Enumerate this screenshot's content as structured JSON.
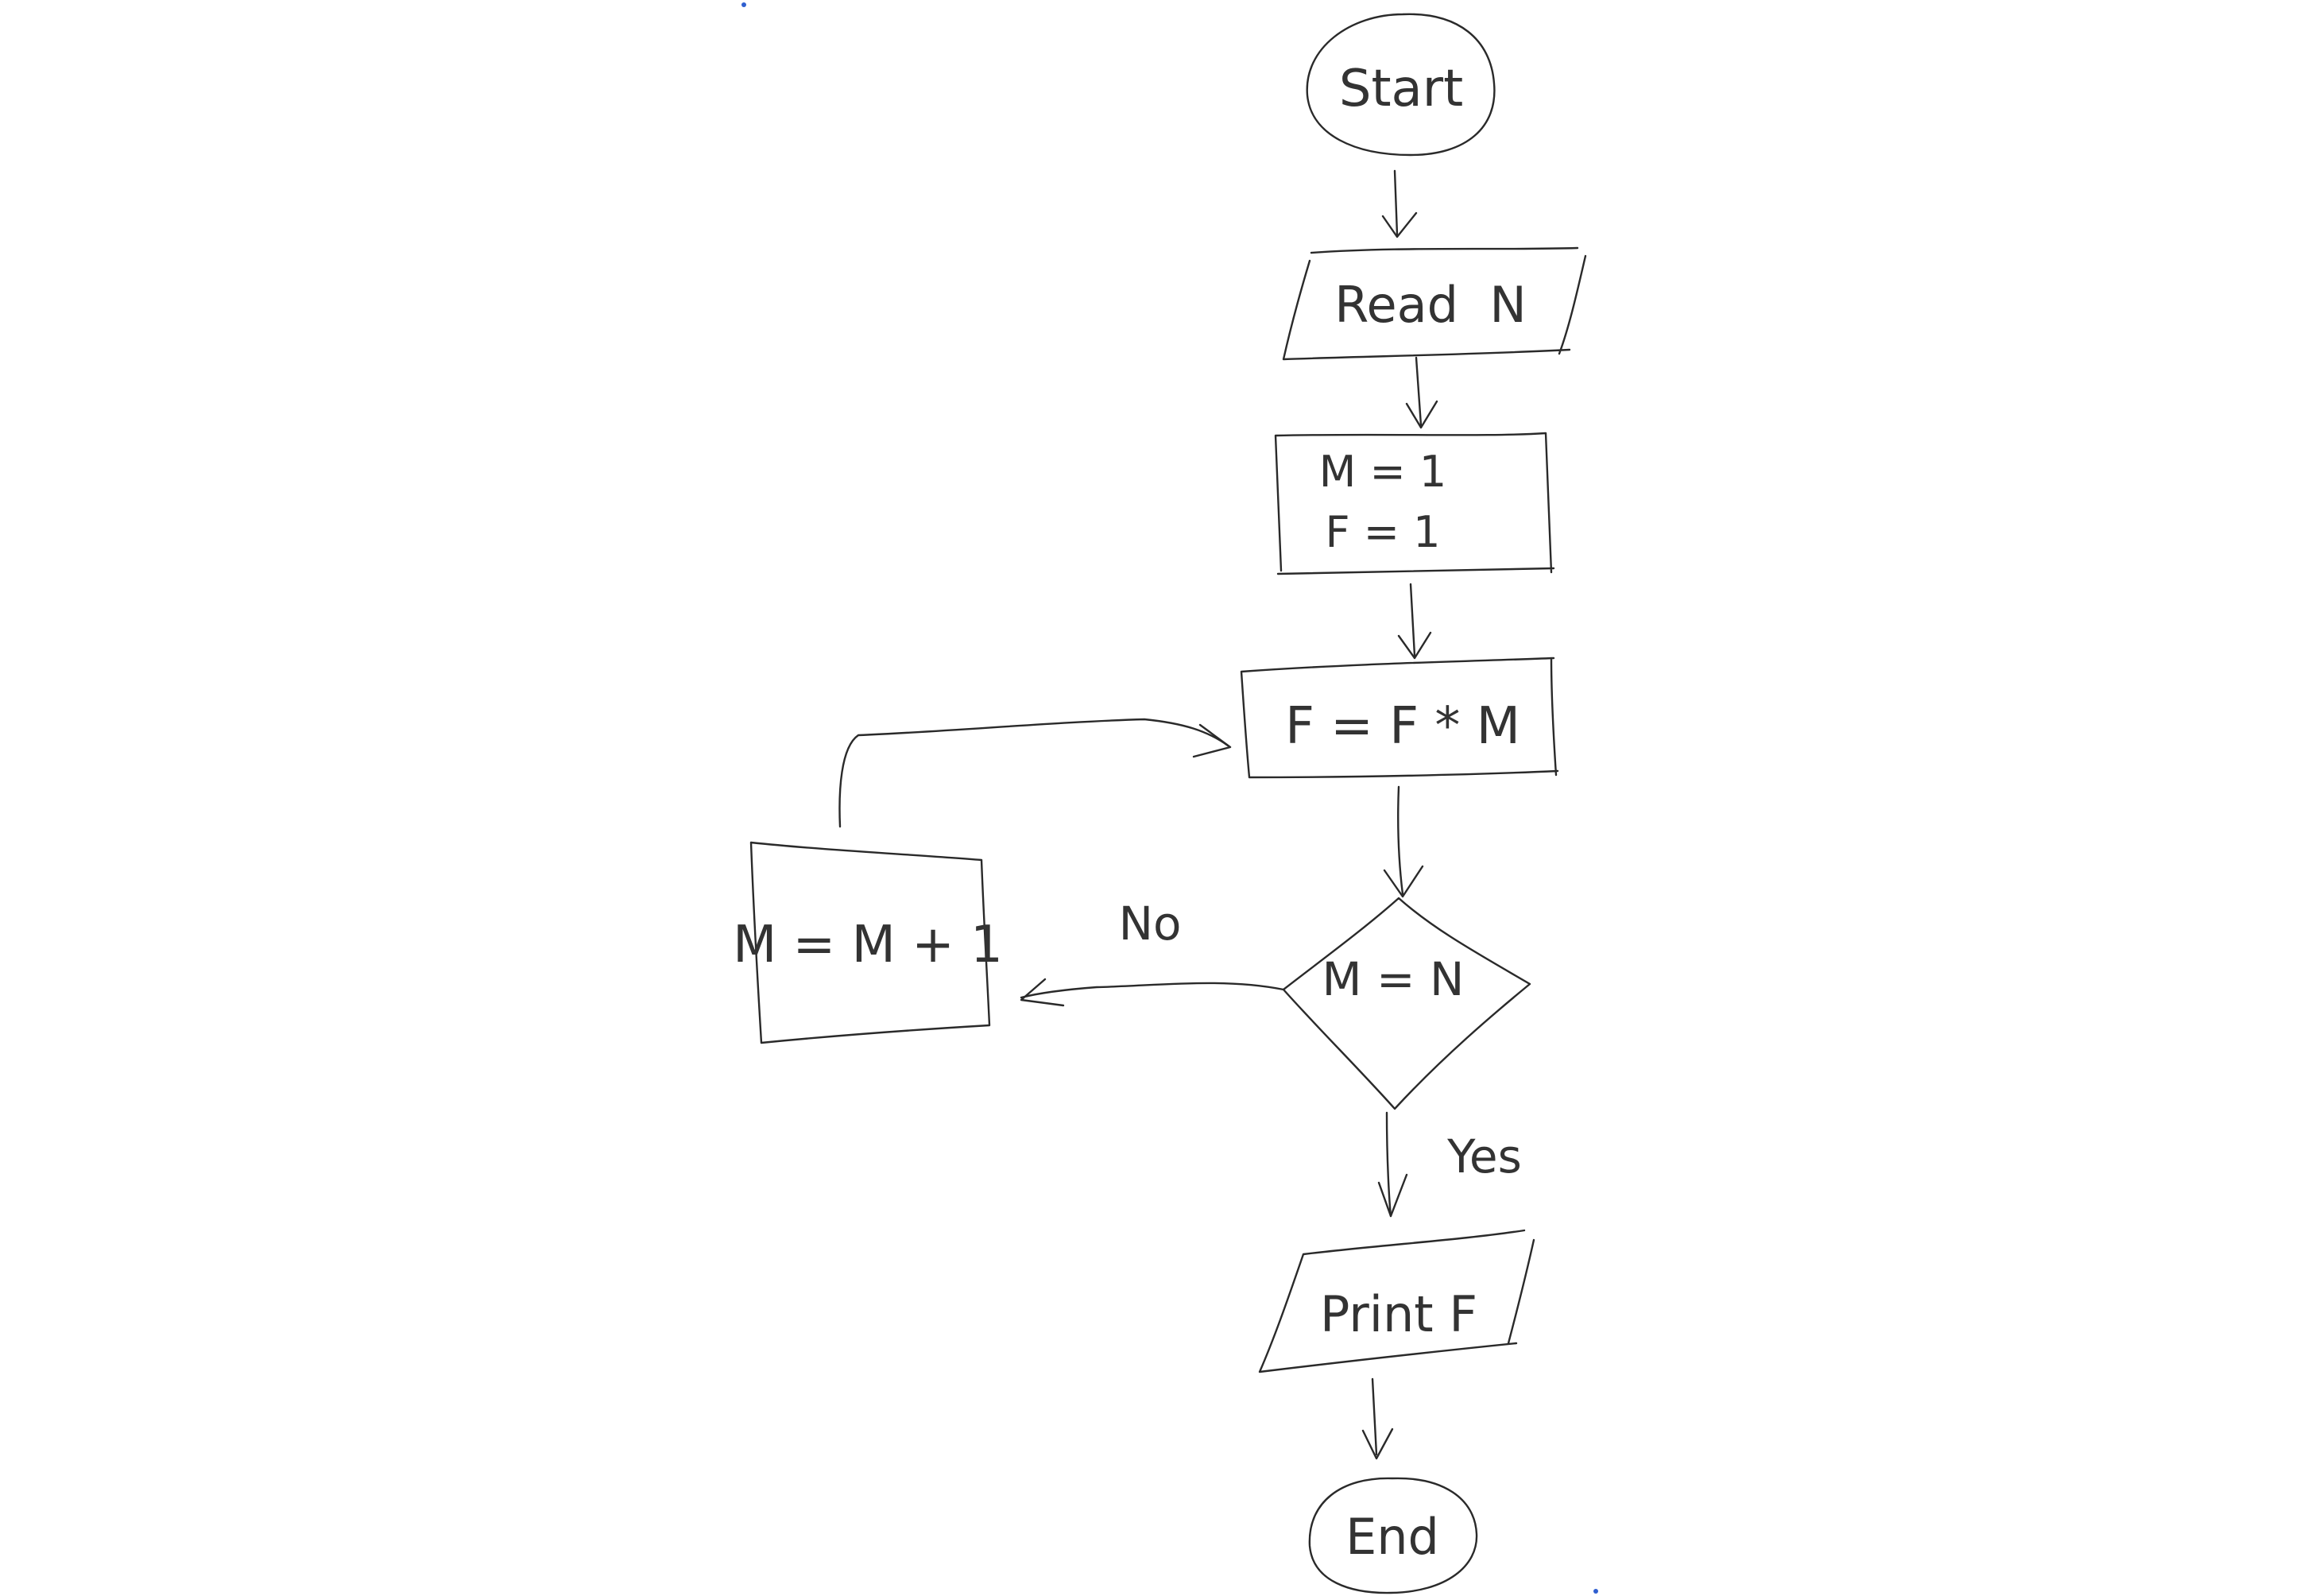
{
  "diagram": {
    "nodes": [
      {
        "id": "start",
        "shape": "terminal",
        "lines": [
          "Start"
        ]
      },
      {
        "id": "read",
        "shape": "parallelogram",
        "lines": [
          "Read  N"
        ]
      },
      {
        "id": "init",
        "shape": "process",
        "lines": [
          "M = 1",
          "F = 1"
        ]
      },
      {
        "id": "mult",
        "shape": "process",
        "lines": [
          "F = F * M"
        ]
      },
      {
        "id": "decision",
        "shape": "diamond",
        "lines": [
          "M = N"
        ]
      },
      {
        "id": "incr",
        "shape": "process",
        "lines": [
          "M = M + 1"
        ]
      },
      {
        "id": "print",
        "shape": "parallelogram",
        "lines": [
          "Print F"
        ]
      },
      {
        "id": "end",
        "shape": "terminal",
        "lines": [
          "End"
        ]
      }
    ],
    "edges": [
      {
        "from": "start",
        "to": "read"
      },
      {
        "from": "read",
        "to": "init"
      },
      {
        "from": "init",
        "to": "mult"
      },
      {
        "from": "mult",
        "to": "decision"
      },
      {
        "from": "decision",
        "to": "incr",
        "label": "No"
      },
      {
        "from": "incr",
        "to": "mult"
      },
      {
        "from": "decision",
        "to": "print",
        "label": "Yes"
      },
      {
        "from": "print",
        "to": "end"
      }
    ],
    "ink_color": "#2a2a2a"
  }
}
